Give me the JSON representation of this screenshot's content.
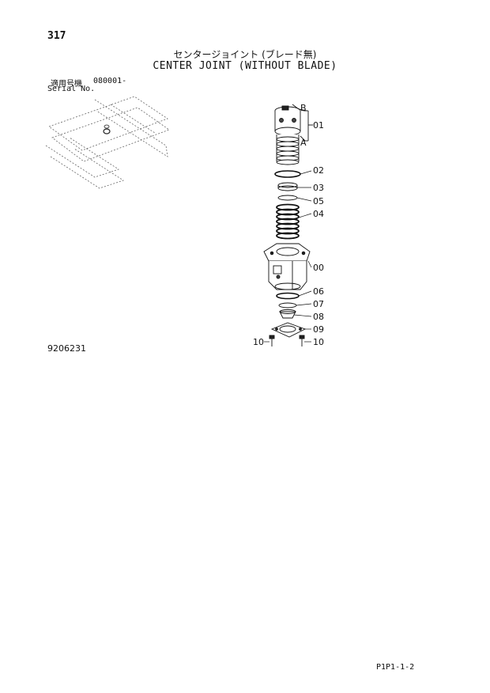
{
  "header": {
    "page_number": "317",
    "title_jp": "センタージョイント (ブレード無)",
    "title_en": "CENTER JOINT (WITHOUT BLADE)"
  },
  "serial": {
    "label_jp": "適用号機",
    "value": "080001-",
    "label_en": "Serial No."
  },
  "drawing_number": "9206231",
  "page_code": "P1P1-1-2",
  "callouts": {
    "b": "B",
    "a": "A",
    "p01": "01",
    "p02": "02",
    "p03": "03",
    "p05": "05",
    "p04": "04",
    "p00": "00",
    "p06": "06",
    "p07": "07",
    "p08": "08",
    "p09": "09",
    "p10_left": "10",
    "p10_right": "10"
  }
}
